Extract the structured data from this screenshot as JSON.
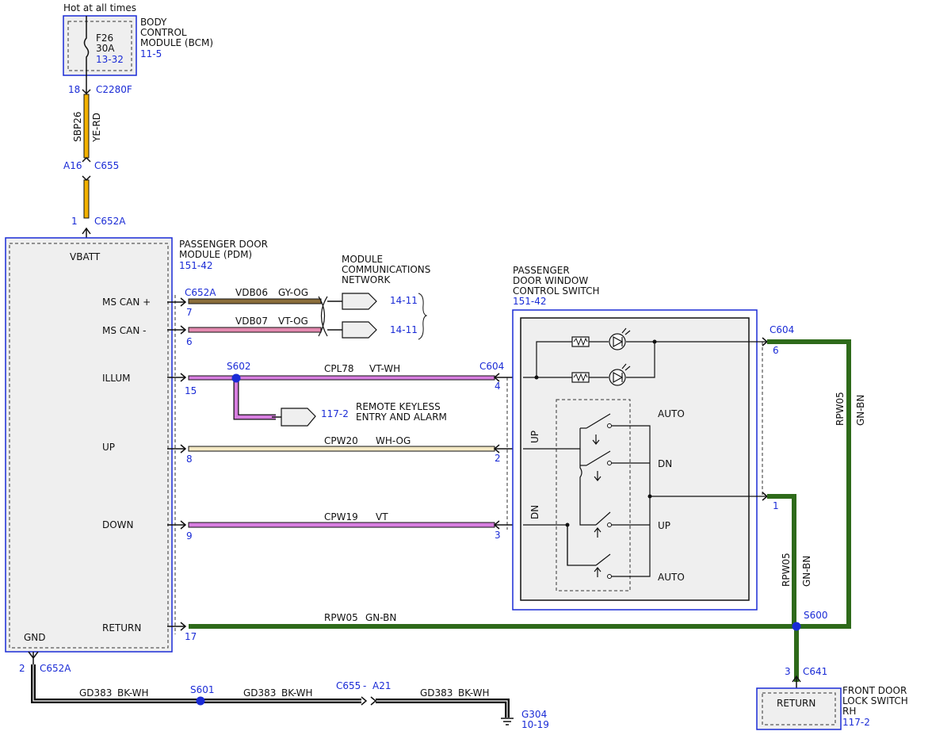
{
  "colors": {
    "blue": "#1a2bd6",
    "module_fill": "#efefef",
    "wire_yellow": "#f2b100",
    "wire_gray": "#8a6d3b",
    "wire_pink": "#e38ab0",
    "wire_violet": "#d77ee0",
    "wire_white": "#f4e9c4",
    "wire_green": "#2e6a1a",
    "wire_black": "#111111"
  },
  "top": {
    "hot_label": "Hot at all times",
    "fuse_name": "F26",
    "fuse_rating": "30A",
    "fuse_ref": "13-32",
    "bcm_line1": "BODY",
    "bcm_line2": "CONTROL",
    "bcm_line3": "MODULE (BCM)",
    "bcm_ref": "11-5",
    "pin_18": "18",
    "c2280f": "C2280F",
    "sbp26": "SBP26",
    "ye_rd": "YE-RD",
    "a16": "A16",
    "c655": "C655",
    "pin_1": "1",
    "c652a": "C652A"
  },
  "pdm": {
    "title1": "PASSENGER DOOR",
    "title2": "MODULE (PDM)",
    "ref": "151-42",
    "vbatt": "VBATT",
    "mscan_plus": "MS CAN +",
    "mscan_minus": "MS CAN -",
    "illum": "ILLUM",
    "up": "UP",
    "down": "DOWN",
    "return": "RETURN",
    "gnd": "GND",
    "pin7": "7",
    "pin6": "6",
    "pin15": "15",
    "pin8": "8",
    "pin9": "9",
    "pin17": "17",
    "pin2": "2",
    "c652a": "C652A",
    "c652a_bottom": "C652A"
  },
  "network": {
    "line1": "MODULE",
    "line2": "COMMUNICATIONS",
    "line3": "NETWORK",
    "vdb06": "VDB06",
    "gy_og": "GY-OG",
    "vdb07": "VDB07",
    "vt_og": "VT-OG",
    "ref1": "14-11",
    "ref2": "14-11"
  },
  "illum_circuit": {
    "s602": "S602",
    "cpl78": "CPL78",
    "vt_wh": "VT-WH",
    "c604": "C604",
    "pin4": "4",
    "rke_ref": "117-2",
    "rke_line1": "REMOTE KEYLESS",
    "rke_line2": "ENTRY AND ALARM"
  },
  "up_circuit": {
    "cpw20": "CPW20",
    "wh_og": "WH-OG",
    "pin2": "2"
  },
  "down_circuit": {
    "cpw19": "CPW19",
    "vt": "VT",
    "pin3": "3"
  },
  "switch": {
    "title1": "PASSENGER",
    "title2": "DOOR WINDOW",
    "title3": "CONTROL SWITCH",
    "ref": "151-42",
    "c604": "C604",
    "pin6": "6",
    "pin1": "1",
    "auto_top": "AUTO",
    "dn": "DN",
    "up": "UP",
    "auto_bottom": "AUTO",
    "up_side": "UP",
    "dn_side": "DN"
  },
  "return_circuit": {
    "rpw05": "RPW05",
    "gn_bn": "GN-BN",
    "rpw05_v1": "RPW05",
    "gn_bn_v1": "GN-BN",
    "rpw05_v2": "RPW05",
    "gn_bn_v2": "GN-BN",
    "s600": "S600",
    "pin3": "3",
    "c641": "C641"
  },
  "lock_switch": {
    "return": "RETURN",
    "line1": "FRONT DOOR",
    "line2": "LOCK SWITCH",
    "line3": "RH",
    "ref": "117-2"
  },
  "ground": {
    "gd383_a": "GD383",
    "bk_wh_a": "BK-WH",
    "s601": "S601",
    "gd383_b": "GD383",
    "bk_wh_b": "BK-WH",
    "c655": "C655",
    "dash": "-",
    "a21": "A21",
    "gd383_c": "GD383",
    "bk_wh_c": "BK-WH",
    "g304": "G304",
    "g304_ref": "10-19"
  }
}
